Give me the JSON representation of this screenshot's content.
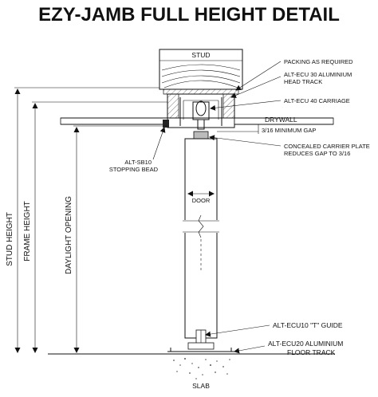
{
  "title": "EZY-JAMB FULL HEIGHT DETAIL",
  "labels": {
    "stud": "STUD",
    "packing": "PACKING AS REQUIRED",
    "head_track_1": "ALT-ECU 30 ALUMINIUM",
    "head_track_2": "HEAD TRACK",
    "carriage": "ALT-ECU 40 CARRIAGE",
    "drywall": "DRYWALL",
    "min_gap": "3/16 MINIMUM GAP",
    "carrier_1": "CONCEALED CARRIER PLATE",
    "carrier_2": "REDUCES GAP TO 3/16",
    "stopping_1": "ALT-SB10",
    "stopping_2": "STOPPING BEAD",
    "door": "DOOR",
    "t_guide": "ALT-ECU10 \"T\" GUIDE",
    "floor_track_1": "ALT-ECU20 ALUMINIUM",
    "floor_track_2": "FLOOR TRACK",
    "slab": "SLAB"
  },
  "dimensions": {
    "stud_height": "STUD HEIGHT",
    "frame_height": "FRAME HEIGHT",
    "daylight_opening": "DAYLIGHT OPENING"
  }
}
